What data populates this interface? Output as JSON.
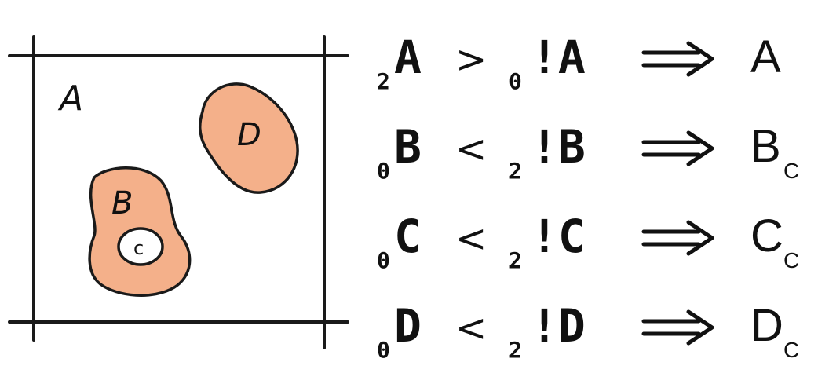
{
  "diagram": {
    "region_labels": {
      "outer": "A",
      "blob_b": "B",
      "blob_c": "c",
      "blob_d": "D"
    },
    "colors": {
      "blob_fill": "#F4B08A",
      "inner_fill": "#ffffff",
      "stroke": "#1a1a1a"
    }
  },
  "rules": [
    {
      "left_sub": "2",
      "left_sym": "A",
      "op": ">",
      "right_sub": "0",
      "right_sym": "!A",
      "result": "A",
      "result_sub": ""
    },
    {
      "left_sub": "0",
      "left_sym": "B",
      "op": "<",
      "right_sub": "2",
      "right_sym": "!B",
      "result": "B",
      "result_sub": "C"
    },
    {
      "left_sub": "0",
      "left_sym": "C",
      "op": "<",
      "right_sub": "2",
      "right_sym": "!C",
      "result": "C",
      "result_sub": "C"
    },
    {
      "left_sub": "0",
      "left_sym": "D",
      "op": "<",
      "right_sub": "2",
      "right_sym": "!D",
      "result": "D",
      "result_sub": "C"
    }
  ]
}
